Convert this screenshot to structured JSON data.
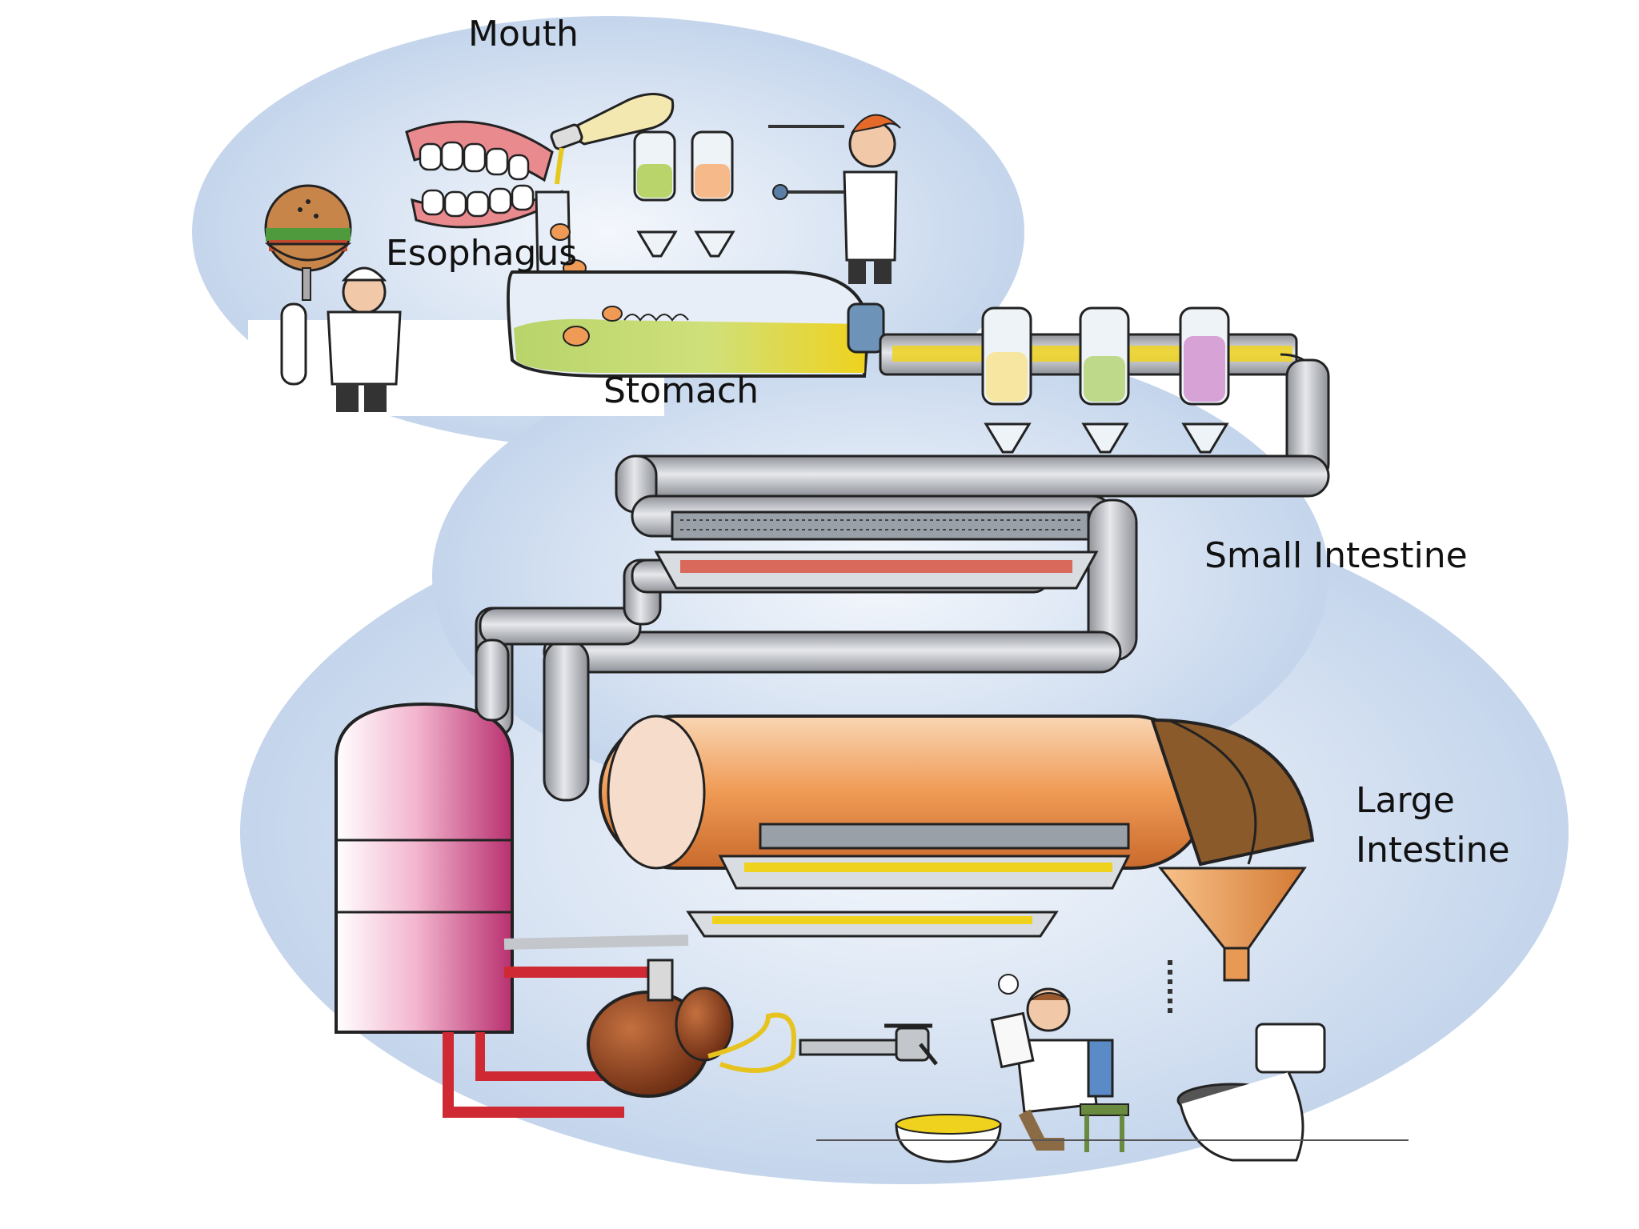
{
  "labels": {
    "mouth": "Mouth",
    "esophagus": "Esophagus",
    "stomach": "Stomach",
    "small_intestine": "Small Intestine",
    "large_intestine_line1": "Large",
    "large_intestine_line2": "Intestine"
  },
  "colors": {
    "background_wash": "#c9d9ee",
    "pipe": "#b9bcc2",
    "pipe_dark": "#7d8086",
    "stomach_fluid": "#b8d46a",
    "bile_yellow": "#efd21e",
    "large_intestine": "#ef9a55",
    "stool": "#8b5a2b",
    "tank_pink": "#d4588f",
    "pump_brown": "#8a3f1c",
    "red_pipe": "#cf2a33",
    "ink": "#222222"
  }
}
